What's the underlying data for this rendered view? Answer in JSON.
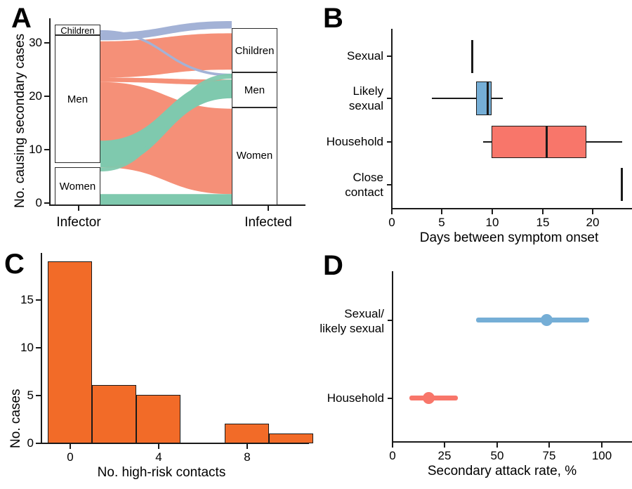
{
  "figure": {
    "panels": [
      "A",
      "B",
      "C",
      "D"
    ],
    "colors": {
      "orange_ribbon": "#F59078",
      "green_ribbon": "#7FC9AE",
      "blue_ribbon": "#A3B2D6",
      "bar_orange": "#F26B28",
      "box_blue": "#75AED6",
      "box_salmon": "#F8766A",
      "axis": "#1a1a1a"
    }
  },
  "panelA": {
    "label": "A",
    "ylabel": "No. causing secondary cases",
    "yticks": [
      "0",
      "10",
      "20",
      "30"
    ],
    "ytick_values": [
      0,
      10,
      20,
      30
    ],
    "ylim": [
      0,
      34
    ],
    "xcats": [
      "Infector",
      "Infected"
    ],
    "chart_data": {
      "type": "sankey",
      "title": "",
      "xlabel": "",
      "ylabel": "No. causing secondary cases",
      "ylim": [
        0,
        34
      ],
      "nodes_left": [
        {
          "label": "Children",
          "y0": 30.8,
          "y1": 32.7,
          "value": 1.9
        },
        {
          "label": "Men",
          "y0": 7.0,
          "y1": 30.8,
          "value": 23.8
        },
        {
          "label": "Women",
          "y0": 0.0,
          "y1": 7.0,
          "value": 7.0
        }
      ],
      "nodes_right": [
        {
          "label": "Children",
          "y0": 24.5,
          "y1": 32.7,
          "value": 8.2
        },
        {
          "label": "Men",
          "y0": 18.0,
          "y1": 24.5,
          "value": 6.5
        },
        {
          "label": "Women",
          "y0": 0.0,
          "y1": 18.0,
          "value": 18.0
        }
      ],
      "links": [
        {
          "source": "Children",
          "target": "Children",
          "value": 1.4,
          "color": "#A3B2D6"
        },
        {
          "source": "Children",
          "target": "Men",
          "value": 0.5,
          "color": "#A3B2D6"
        },
        {
          "source": "Men",
          "target": "Children",
          "value": 6.8,
          "color": "#F59078"
        },
        {
          "source": "Men",
          "target": "Men",
          "value": 1.0,
          "color": "#F59078"
        },
        {
          "source": "Men",
          "target": "Women",
          "value": 16.0,
          "color": "#F59078"
        },
        {
          "source": "Women",
          "target": "Children",
          "value": 0.0,
          "color": "#7FC9AE"
        },
        {
          "source": "Women",
          "target": "Men",
          "value": 5.0,
          "color": "#7FC9AE"
        },
        {
          "source": "Women",
          "target": "Women",
          "value": 2.0,
          "color": "#7FC9AE"
        }
      ]
    }
  },
  "panelB": {
    "label": "B",
    "xlabel": "Days between symptom onset",
    "xticks": [
      "0",
      "5",
      "10",
      "15",
      "20"
    ],
    "xtick_values": [
      0,
      5,
      10,
      15,
      20
    ],
    "categories": [
      "Sexual",
      "Likely\nsexual",
      "Household",
      "Close\ncontact"
    ],
    "chart_data": {
      "type": "boxplot",
      "title": "",
      "xlabel": "Days between symptom onset",
      "ylabel": "",
      "xlim": [
        0,
        24.5
      ],
      "orientation": "horizontal",
      "boxes": [
        {
          "category": "Sexual",
          "min": 8.0,
          "q1": 8.0,
          "median": 8.0,
          "q3": 8.0,
          "max": 8.0,
          "fill": "none",
          "degenerate": true
        },
        {
          "category": "Likely sexual",
          "min": 4.1,
          "q1": 8.6,
          "median": 9.5,
          "q3": 10.1,
          "max": 11.0,
          "fill": "#75AED6",
          "degenerate": false
        },
        {
          "category": "Household",
          "min": 9.2,
          "q1": 10.0,
          "median": 15.4,
          "q3": 19.4,
          "max": 23.0,
          "fill": "#F8766A",
          "degenerate": false
        },
        {
          "category": "Close contact",
          "min": 23.0,
          "q1": 23.0,
          "median": 23.0,
          "q3": 23.0,
          "max": 23.0,
          "fill": "none",
          "degenerate": true
        }
      ]
    }
  },
  "panelC": {
    "label": "C",
    "xlabel": "No. high-risk contacts",
    "ylabel": "No. cases",
    "xticks": [
      "0",
      "4",
      "8"
    ],
    "xtick_values": [
      0,
      4,
      8
    ],
    "yticks": [
      "0",
      "5",
      "10",
      "15"
    ],
    "ytick_values": [
      0,
      5,
      10,
      15
    ],
    "chart_data": {
      "type": "bar",
      "title": "",
      "xlabel": "No. high-risk contacts",
      "ylabel": "No. cases",
      "xlim": [
        -1,
        11
      ],
      "ylim": [
        0,
        19.8
      ],
      "bin_width": 2,
      "bins": [
        {
          "x0": -1,
          "x1": 1,
          "center": 0,
          "value": 19
        },
        {
          "x0": 1,
          "x1": 3,
          "center": 2,
          "value": 6
        },
        {
          "x0": 3,
          "x1": 5,
          "center": 4,
          "value": 5
        },
        {
          "x0": 5,
          "x1": 7,
          "center": 6,
          "value": 0
        },
        {
          "x0": 7,
          "x1": 9,
          "center": 8,
          "value": 2
        },
        {
          "x0": 9,
          "x1": 11,
          "center": 10,
          "value": 1
        }
      ]
    }
  },
  "panelD": {
    "label": "D",
    "xlabel": "Secondary attack rate, %",
    "xticks": [
      "0",
      "25",
      "50",
      "75",
      "100"
    ],
    "xtick_values": [
      0,
      25,
      50,
      75,
      100
    ],
    "categories": [
      "Sexual/\nlikely sexual",
      "Household"
    ],
    "chart_data": {
      "type": "scatter",
      "title": "",
      "xlabel": "Secondary attack rate, %",
      "ylabel": "",
      "xlim": [
        0,
        103
      ],
      "points": [
        {
          "category": "Sexual/likely sexual",
          "estimate": 73,
          "ci_low": 40,
          "ci_high": 94,
          "color": "#75AED6"
        },
        {
          "category": "Household",
          "estimate": 17,
          "ci_low": 8,
          "ci_high": 31,
          "color": "#F8766A"
        }
      ]
    }
  }
}
